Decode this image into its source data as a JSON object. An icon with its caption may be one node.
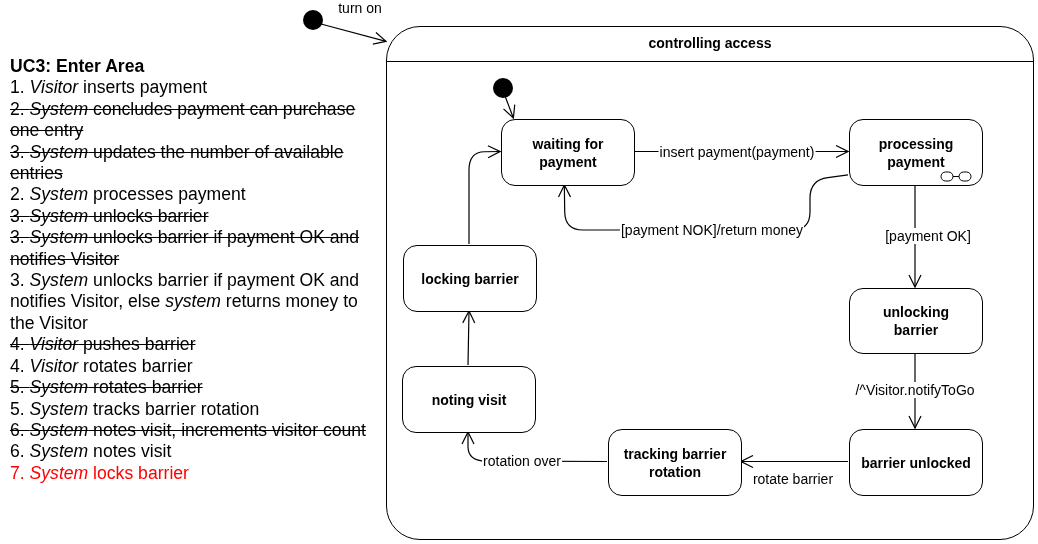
{
  "diagram": {
    "nodes": [
      {
        "text": [],
        "shape": "circle"
      },
      {
        "text": [
          "controlling access"
        ]
      },
      {
        "text": [],
        "shape": "circle",
        "in": 1
      },
      {
        "text": [
          "waiting for payment"
        ],
        "in": 1
      },
      {
        "text": [
          "processing payment"
        ],
        "in": 1
      },
      {
        "text": [
          "unlocking barrier"
        ],
        "in": 1
      },
      {
        "text": [
          "barrier unlocked"
        ],
        "in": 1
      },
      {
        "text": [
          "tracking barrier rotation"
        ],
        "in": 1
      },
      {
        "text": [
          "noting visit"
        ],
        "in": 1
      },
      {
        "text": [
          "locking barrier"
        ],
        "in": 1
      }
    ],
    "edges": [
      {
        "from": 0,
        "to": 1,
        "arrow": "to",
        "label": "turn on"
      },
      {
        "from": 2,
        "to": 3,
        "arrow": "to"
      },
      {
        "from": 3,
        "to": 4,
        "arrow": "to",
        "label": "insert payment(payment)"
      },
      {
        "from": 4,
        "to": 3,
        "arrow": "to",
        "label": "[payment NOK]/return money"
      },
      {
        "from": 4,
        "to": 5,
        "arrow": "to",
        "label": "[payment OK]"
      },
      {
        "from": 5,
        "to": 6,
        "arrow": "to",
        "label": "/^Visitor.notifyToGo"
      },
      {
        "from": 6,
        "to": 7,
        "arrow": "to",
        "label": "rotate barrier"
      },
      {
        "from": 7,
        "to": 8,
        "arrow": "to",
        "label": "rotation over"
      },
      {
        "from": 8,
        "to": 9,
        "arrow": "to"
      },
      {
        "from": 9,
        "to": 3,
        "arrow": "to"
      }
    ],
    "labels": [
      "UC3: Enter Area",
      "1. *Visitor* inserts payment",
      "2. *System* concludes payment can purchase one entry",
      "3. *System* updates the number of available entries",
      "2. *System* processes payment",
      "3. *System* unlocks barrier",
      "3. *System* unlocks barrier if payment OK and notifies Visitor",
      "3. *System* unlocks barrier if payment OK and notifies Visitor, else *system* returns money to the Visitor",
      "4. *Visitor* pushes barrier",
      "4. *Visitor* rotates barrier",
      "5. *System* rotates barrier",
      "5. *System* tracks barrier rotation",
      "6. *System* notes visit, increments visitor count",
      "6. *System* notes visit",
      "7. *System* locks barrier"
    ]
  }
}
